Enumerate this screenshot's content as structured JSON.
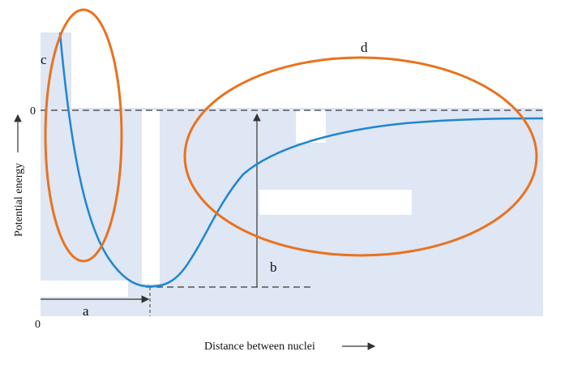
{
  "diagram": {
    "y_axis_label": "Potential energy",
    "x_axis_label": "Distance between nuclei",
    "zero_y_label": "0",
    "origin_label": "0",
    "labels": {
      "a": "a",
      "b": "b",
      "c": "c",
      "d": "d"
    }
  },
  "colors": {
    "panel": "#dfe6f4",
    "curve": "#1f86d0",
    "ellipse": "#e8731f",
    "dashed": "#555555",
    "arrow": "#333333",
    "text": "#111111"
  }
}
